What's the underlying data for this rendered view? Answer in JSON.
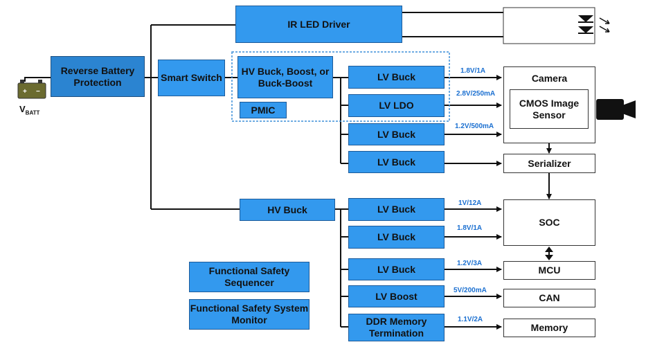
{
  "vbatt": {
    "main": "V",
    "sub": "BATT"
  },
  "blocks": {
    "ir_led_driver": "IR LED Driver",
    "reverse_battery": "Reverse Battery Protection",
    "smart_switch": "Smart Switch",
    "hv_buck_boost": "HV Buck, Boost, or Buck-Boost",
    "pmic": "PMIC",
    "hv_buck": "HV Buck",
    "lv_buck_1": "LV Buck",
    "lv_ldo": "LV LDO",
    "lv_buck_2": "LV Buck",
    "lv_buck_3": "LV Buck",
    "lv_buck_4": "LV Buck",
    "lv_buck_5": "LV Buck",
    "lv_buck_6": "LV Buck",
    "lv_boost": "LV Boost",
    "ddr_term": "DDR Memory Termination",
    "fs_sequencer": "Functional Safety Sequencer",
    "fs_monitor": "Functional Safety System Monitor",
    "camera": "Camera",
    "cmos": "CMOS Image Sensor",
    "serializer": "Serializer",
    "soc": "SOC",
    "mcu": "MCU",
    "can": "CAN",
    "memory": "Memory"
  },
  "rails": {
    "r1": "1.8V/1A",
    "r2": "2.8V/250mA",
    "r3": "1.2V/500mA",
    "r4": "1V/12A",
    "r5": "1.8V/1A",
    "r6": "1.2V/3A",
    "r7": "5V/200mA",
    "r8": "1.1V/2A"
  },
  "colors": {
    "block_blue": "#3399ee",
    "dark_blue": "#2b84d1",
    "rail_label": "#1a6fd0"
  }
}
